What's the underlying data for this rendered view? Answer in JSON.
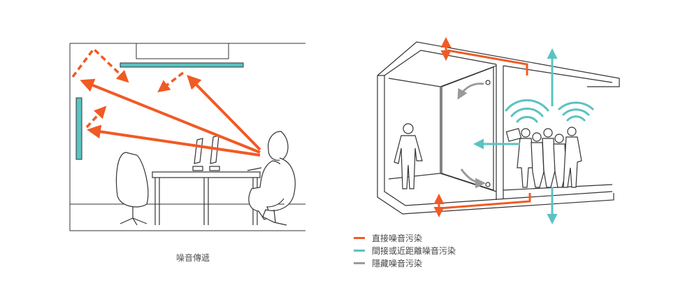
{
  "caption": "噪音傳遞",
  "legend": [
    {
      "label": "直接噪音污染",
      "color": "#f15a24"
    },
    {
      "label": "間接或近距離噪音污染",
      "color": "#5bc2c2"
    },
    {
      "label": "隱藏噪音污染",
      "color": "#9a9a9a"
    }
  ],
  "colors": {
    "direct": "#f15a24",
    "indirect": "#5bc2c2",
    "hidden": "#9a9a9a",
    "line": "#333333"
  }
}
